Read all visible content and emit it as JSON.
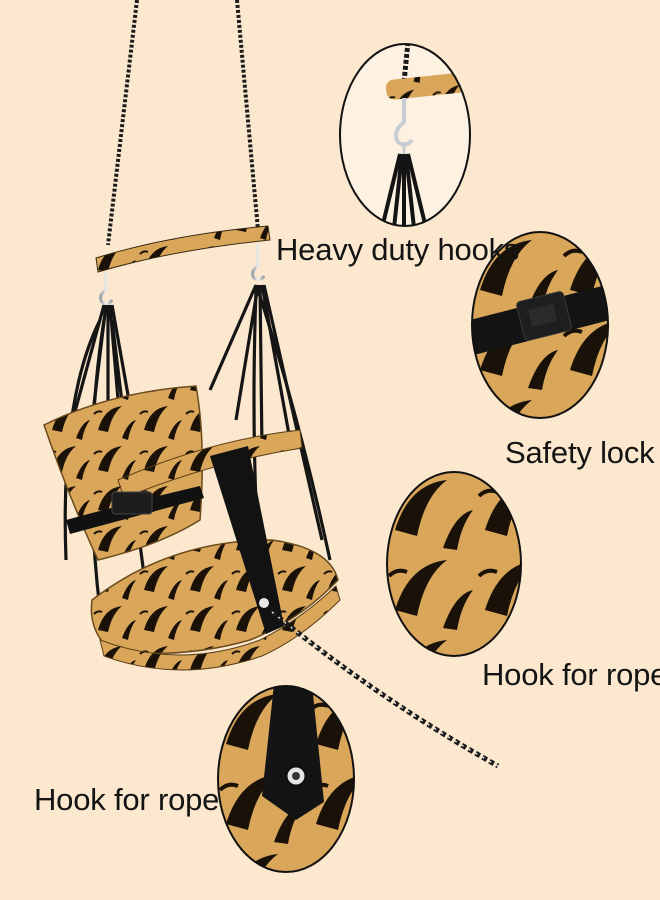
{
  "labels": {
    "heavy_duty_hooks": "Heavy duty hooks",
    "safety_lock": "Safety lock",
    "hook_for_rope_fabric": "Hook for rope",
    "hook_for_rope_strap": "Hook for rope"
  },
  "colors": {
    "background": "#fbe8cf",
    "fabric": "#d9a65a",
    "pattern": "#1a1208",
    "rope": "#141414",
    "inset_border": "#111111"
  }
}
